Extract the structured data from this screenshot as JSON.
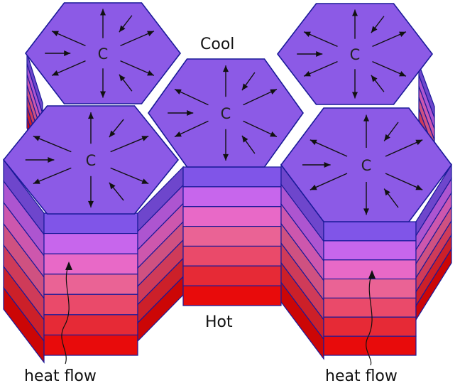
{
  "labels": {
    "cool": "Cool",
    "hot": "Hot",
    "heat_flow_left": "heat flow",
    "heat_flow_right": "heat flow",
    "cell_center": "C"
  },
  "colors": {
    "top_face": "#8c5ae6",
    "outline": "#1a1a99",
    "arrow": "#111111",
    "background": "#ffffff",
    "layer_front": [
      "#8055e8",
      "#c766ec",
      "#e869c7",
      "#ea6395",
      "#ea4a6a",
      "#e62a36",
      "#e80b0b"
    ],
    "layer_side": [
      "#6e46cc",
      "#ad55d0",
      "#cd57ad",
      "#cf5181",
      "#cf3b59",
      "#cc2029",
      "#cc0606"
    ]
  }
}
